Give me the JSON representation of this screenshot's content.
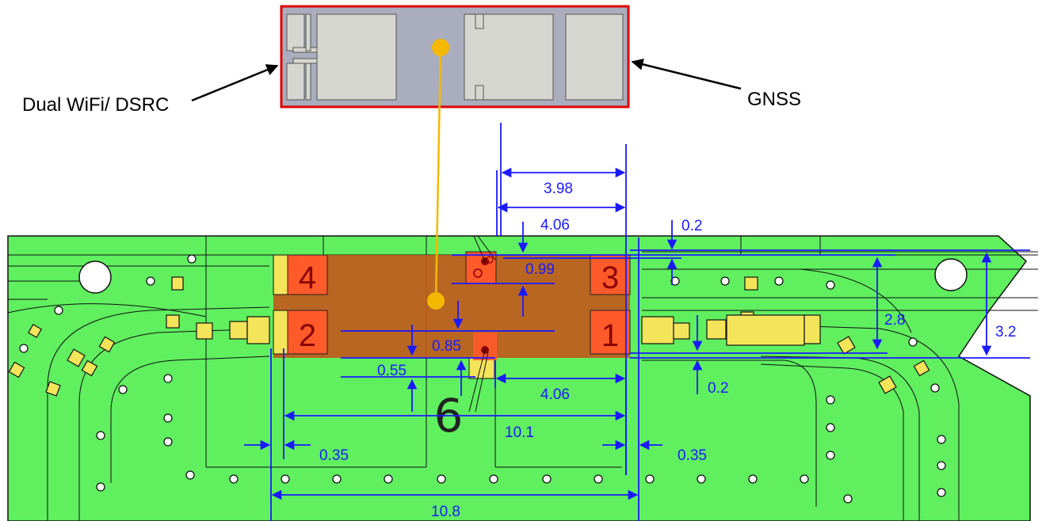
{
  "labels": {
    "left": "Dual WiFi/ DSRC",
    "right": "GNSS"
  },
  "pins": [
    "4",
    "3",
    "2",
    "1"
  ],
  "part_mark": "6",
  "dimensions": {
    "d_3_98": "3.98",
    "d_4_06_top": "4.06",
    "d_0_2_top": "0.2",
    "d_0_99": "0.99",
    "d_2_8": "2.8",
    "d_3_2": "3.2",
    "d_0_85": "0.85",
    "d_0_55": "0.55",
    "d_4_06_bottom": "4.06",
    "d_0_2_bottom": "0.2",
    "d_10_1": "10.1",
    "d_0_35_left": "0.35",
    "d_0_35_right": "0.35",
    "d_10_8": "10.8"
  },
  "colors": {
    "board": "#5fef5f",
    "dimension": "#1a1aff",
    "pad": "#f4e45a",
    "component": "#c05a1c",
    "pin_pad": "#ff5a2a",
    "inset_border": "#e00000",
    "inset_bg": "#a9adbd",
    "inset_pad": "#d6d6d0",
    "connector": "#f5b800"
  }
}
